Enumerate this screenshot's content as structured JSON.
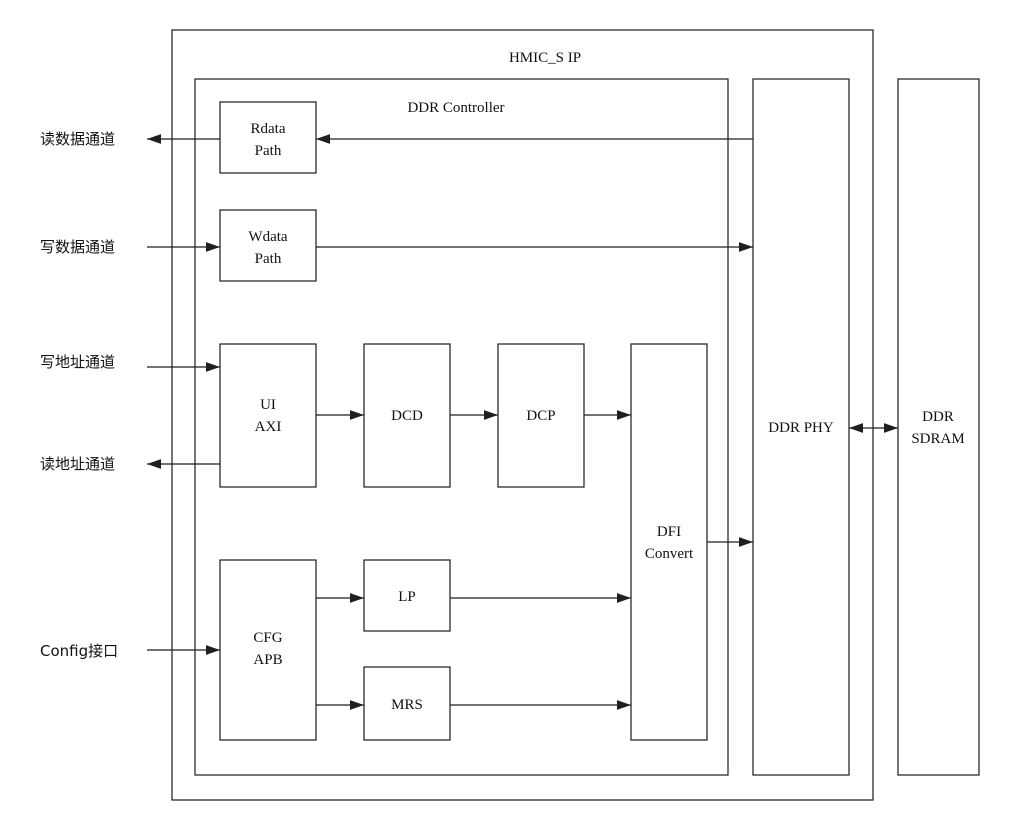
{
  "outer": {
    "title": "HMIC_S IP"
  },
  "controller": {
    "title": "DDR Controller"
  },
  "blocks": {
    "rdata": [
      "Rdata",
      "Path"
    ],
    "wdata": [
      "Wdata",
      "Path"
    ],
    "uiaxi": [
      "UI",
      "AXI"
    ],
    "dcd": [
      "DCD"
    ],
    "dcp": [
      "DCP"
    ],
    "dfi": [
      "DFI",
      "Convert"
    ],
    "cfg": [
      "CFG",
      "APB"
    ],
    "lp": [
      "LP"
    ],
    "mrs": [
      "MRS"
    ],
    "phy": [
      "DDR PHY"
    ],
    "sdram": [
      "DDR",
      "SDRAM"
    ]
  },
  "side_labels": {
    "read_data": "读数据通道",
    "write_data": "写数据通道",
    "write_addr": "写地址通道",
    "read_addr": "读地址通道",
    "config": "Config接口"
  }
}
